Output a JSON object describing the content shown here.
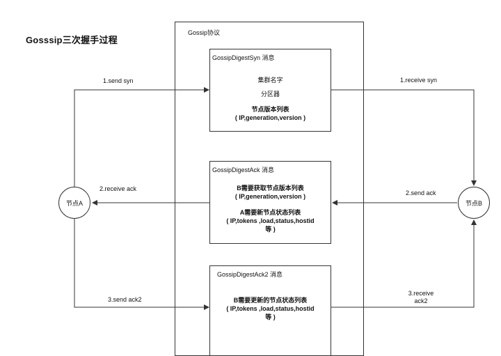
{
  "title": "Gosssip三次握手过程",
  "frame_label": "Gossip协议",
  "nodes": {
    "a": "节点A",
    "b": "节点B"
  },
  "syn_box": {
    "title": "GossipDigestSyn 消息",
    "line1": "集群名字",
    "line2": "分区器",
    "line3": "节点版本列表",
    "line4": "( IP,generation,version )"
  },
  "ack_box": {
    "title": "GossipDigestAck 消息",
    "line1": "B需要获取节点版本列表",
    "line2": "( IP,generation,version )",
    "line3": "A需要新节点状态列表",
    "line4": "( IP,tokens ,load,status,hostid",
    "line5": "等 )"
  },
  "ack2_box": {
    "title": "GossipDigestAck2 消息",
    "line1": "B需要更新的节点状态列表",
    "line2": "( IP,tokens ,load,status,hostid",
    "line3": "等 )"
  },
  "edges": {
    "send_syn": "1.send syn",
    "receive_syn": "1.receive syn",
    "receive_ack": "2.receive ack",
    "send_ack": "2.send ack",
    "send_ack2": "3.send ack2",
    "receive_ack2_l1": "3.receive",
    "receive_ack2_l2": "ack2"
  },
  "colors": {
    "line": "#333333",
    "background": "#ffffff"
  }
}
